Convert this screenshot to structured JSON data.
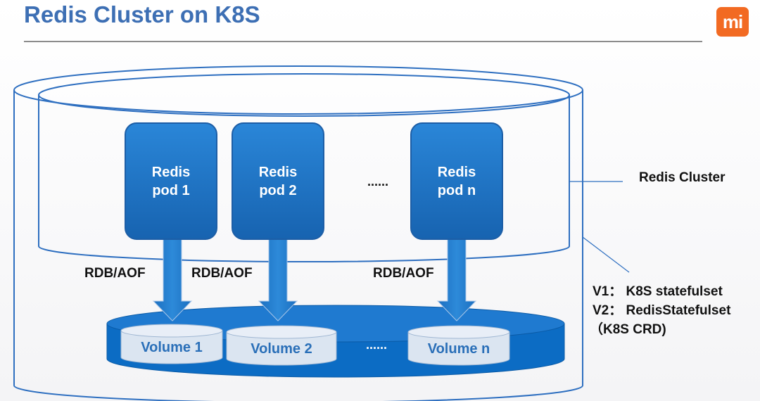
{
  "slide": {
    "title": "Redis Cluster on K8S",
    "logo_text": "mi"
  },
  "pods": [
    {
      "line1": "Redis",
      "line2": "pod 1"
    },
    {
      "line1": "Redis",
      "line2": "pod 2"
    },
    {
      "line1": "Redis",
      "line2": "pod n"
    }
  ],
  "pods_ellipsis": "......",
  "arrows": [
    {
      "label": "RDB/AOF"
    },
    {
      "label": "RDB/AOF"
    },
    {
      "label": "RDB/AOF"
    }
  ],
  "volumes": [
    {
      "label": "Volume 1"
    },
    {
      "label": "Volume 2"
    },
    {
      "label": "Volume n"
    }
  ],
  "volumes_ellipsis": "......",
  "annotations": {
    "cluster_label": "Redis Cluster",
    "v1": "V1： K8S statefulset",
    "v2": "V2： RedisStatefulset",
    "v2_sub": "（K8S CRD)"
  },
  "colors": {
    "title": "#3d6fb4",
    "pod_fill": "#1f73c4",
    "outline": "#2e6fc0",
    "disk_fill": "#0c6cc4",
    "volume_fill": "#dbe5f1",
    "logo": "#f26a22"
  }
}
